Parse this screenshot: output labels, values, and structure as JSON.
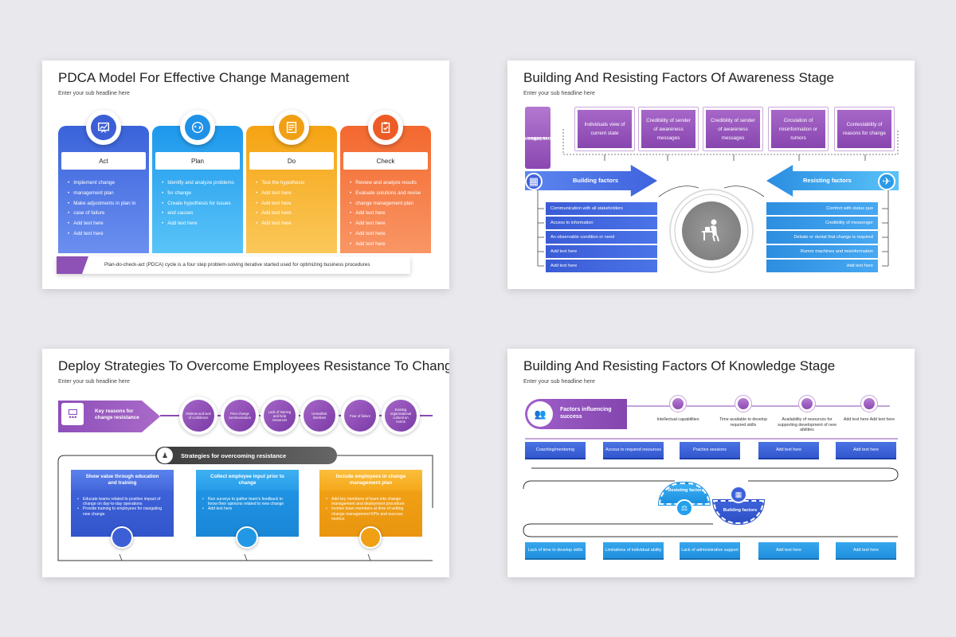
{
  "slide1": {
    "title": "PDCA Model For Effective Change Management",
    "subtitle": "Enter your sub headline here",
    "columns": [
      {
        "label": "Act",
        "color": "#4a6ee0",
        "icon": "chart-board-icon",
        "items": [
          "Implement change",
          "management plan",
          "Make adjustments in plan in",
          "case of failure",
          "Add text here",
          "Add text here"
        ]
      },
      {
        "label": "Plan",
        "color": "#2ea4ee",
        "icon": "strategy-icon",
        "items": [
          "Identify and analyze problems",
          "for change",
          "Create hypothesis for issues",
          "and causes",
          "Add text here"
        ]
      },
      {
        "label": "Do",
        "color": "#f6a81c",
        "icon": "checklist-icon",
        "items": [
          "Test the hypothesis",
          "Add text here",
          "Add text here",
          "Add text here",
          "Add text here"
        ]
      },
      {
        "label": "Check",
        "color": "#f5703a",
        "icon": "clipboard-check-icon",
        "items": [
          "Review and analyze results",
          "Evaluate solutions and revise",
          "change management plan",
          "Add text here",
          "Add text here",
          "Add text here",
          "Add text here"
        ]
      }
    ],
    "footer": "Plan-do-check-act (PDCA) cycle is a four step problem-solving iterative started used for optimizing business procedures"
  },
  "slide2": {
    "title": "Building And Resisting Factors Of Awareness Stage",
    "subtitle": "Enter your sub headline here",
    "side_label_1": "Factors influencing",
    "side_label_2": "success",
    "top_boxes": [
      "Individuals view of current state",
      "Credibility of sender of awareness messages",
      "Credibility of sender of awareness messages",
      "Circulation of misinformation or rumors",
      "Contestability of reasons for change"
    ],
    "building_label": "Building factors",
    "resisting_label": "Resisting factors",
    "building_items": [
      "Communication with all stakeholders",
      "Access to information",
      "An observable condition or need",
      "Add text here",
      "Add text here"
    ],
    "resisting_items": [
      "Comfort with status quo",
      "Credibility of messenger",
      "Debate or denial that change is required",
      "Rumor machines and misinformation",
      "Add text here"
    ]
  },
  "slide3": {
    "title": "Deploy Strategies To Overcome Employees Resistance To Change",
    "subtitle": "Enter your sub headline here",
    "key_reasons": "Key reasons for change resistance",
    "reasons": [
      "Mistrust and lack of confidence",
      "Poor change communication",
      "Lack of training and help resources",
      "Unrealistic timelines",
      "Fear of failure",
      "Existing organizational cultural an norms"
    ],
    "strategies_label": "Strategies for overcoming resistance",
    "cards": [
      {
        "title": "Show value through education and training",
        "items": [
          "Educate teams related to positive impact of change on day-to-day operations",
          "Provide training to employees for navigating new change"
        ]
      },
      {
        "title": "Collect employee input prior to change",
        "items": [
          "Run surveys to gather team's feedback to know their opinions related to new change",
          "Add text here"
        ]
      },
      {
        "title": "Include employees in change management plan",
        "items": [
          "Add key members of team into change management and deployment procedure",
          "Involve team members at time of setting change management KPIs and success metrics"
        ]
      }
    ]
  },
  "slide4": {
    "title": "Building And Resisting Factors Of Knowledge Stage",
    "subtitle": "Enter your sub headline here",
    "factors_label": "Factors influencing success",
    "top_labels": [
      "Intellectual capabilities",
      "Time available to develop required skills",
      "Availability of resources for supporting development of new abilities",
      "Add text here Add text here"
    ],
    "row1": [
      "Coaching/mentoring",
      "Access to required resources",
      "Practice sessions",
      "Add text here",
      "Add text here"
    ],
    "row2": [
      "Lack of time to develop skills",
      "Limitations of individual ability",
      "Lack of administrative support",
      "Add text here",
      "Add text here"
    ],
    "resisting": "Resisting factors",
    "building": "Building factors"
  }
}
